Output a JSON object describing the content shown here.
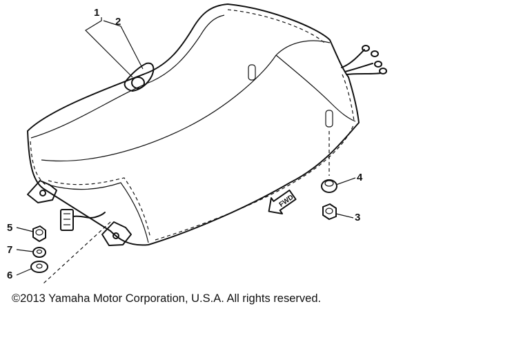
{
  "callouts": [
    {
      "id": "1",
      "label": "1"
    },
    {
      "id": "2",
      "label": "2"
    },
    {
      "id": "3",
      "label": "3"
    },
    {
      "id": "4",
      "label": "4"
    },
    {
      "id": "5",
      "label": "5"
    },
    {
      "id": "6",
      "label": "6"
    },
    {
      "id": "7",
      "label": "7"
    }
  ],
  "arrow_label": "FWD",
  "copyright": "©2013 Yamaha Motor Corporation, U.S.A. All rights reserved."
}
